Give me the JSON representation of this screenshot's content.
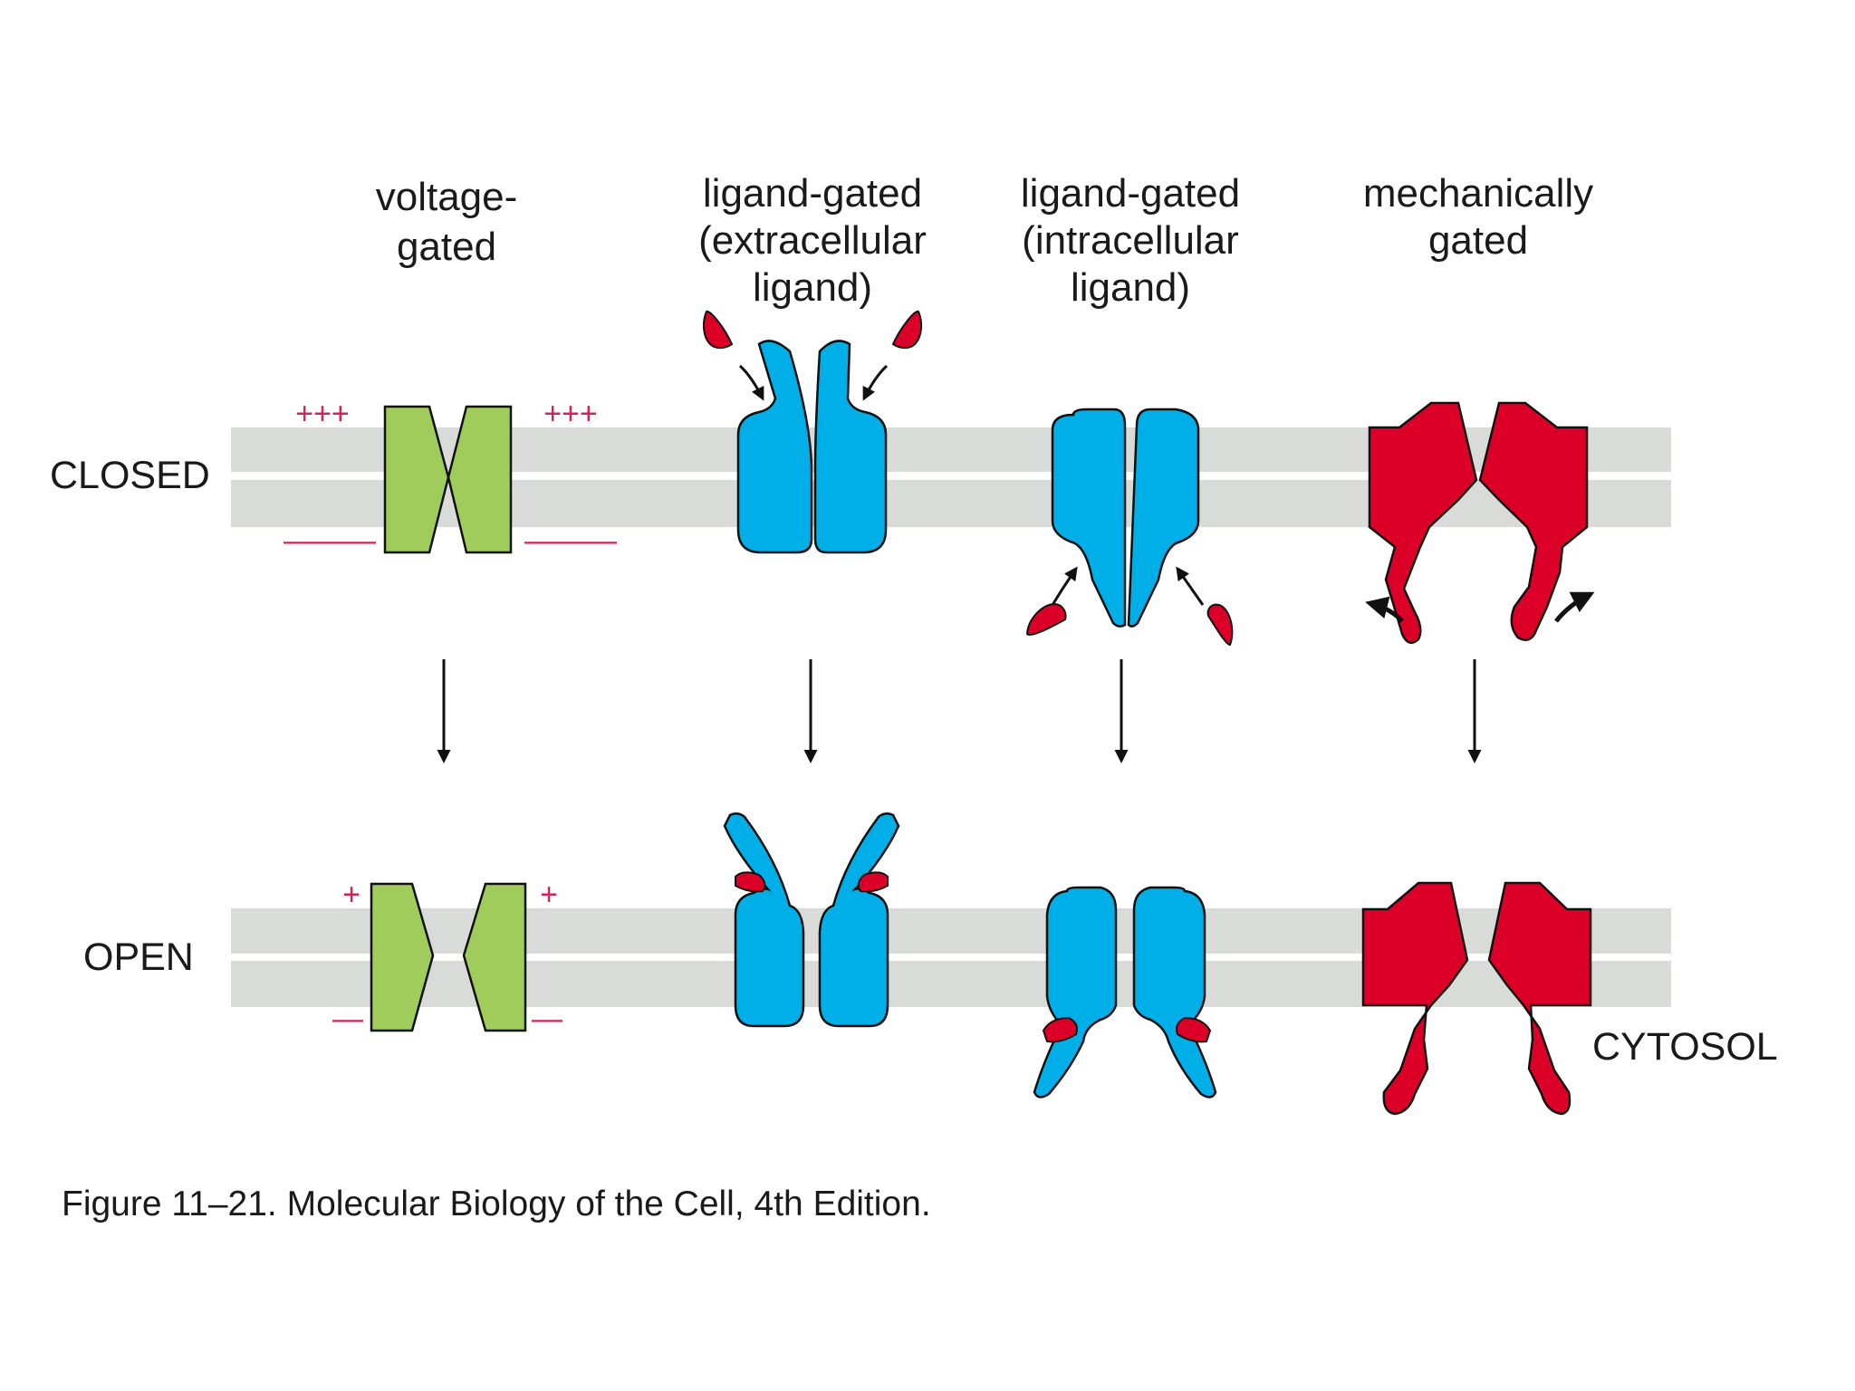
{
  "columns": [
    {
      "title_lines": [
        "voltage-",
        "gated"
      ]
    },
    {
      "title_lines": [
        "ligand-gated",
        "(extracellular",
        "ligand)"
      ]
    },
    {
      "title_lines": [
        "ligand-gated",
        "(intracellular",
        "ligand)"
      ]
    },
    {
      "title_lines": [
        "mechanically",
        "gated"
      ]
    }
  ],
  "rows": {
    "closed": "CLOSED",
    "open": "OPEN"
  },
  "compartment_label": "CYTOSOL",
  "charges": {
    "closed_top": "+++",
    "closed_bottom": "———",
    "open_top": "+",
    "open_bottom": "—"
  },
  "caption": "Figure 11–21. Molecular Biology of the Cell, 4th Edition.",
  "colors": {
    "membrane": "#d9dbd8",
    "voltage_channel": "#9fcc5a",
    "ligand_channel": "#00aee8",
    "mechanical_channel": "#dc0028",
    "ligand": "#dc0028",
    "charge": "#d0245a"
  },
  "icons": [
    "ligand-drop-icon",
    "curved-arrow-icon",
    "down-arrow-icon"
  ]
}
